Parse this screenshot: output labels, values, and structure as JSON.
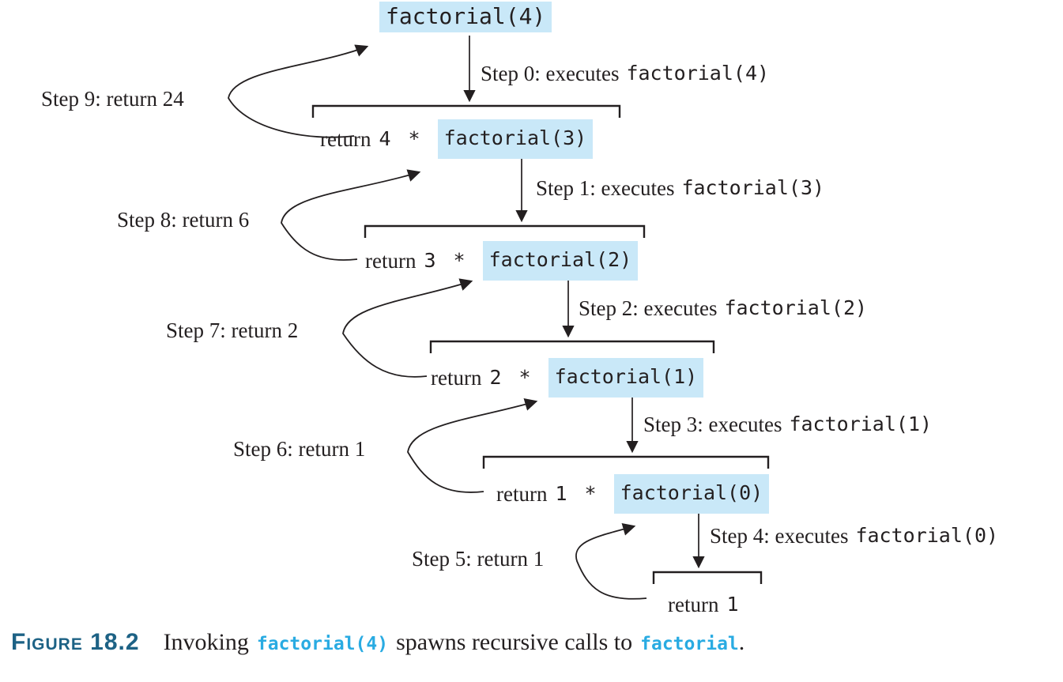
{
  "colors": {
    "ink": "#231f20",
    "call_highlight": "#c9e8f8",
    "caption_label_blue": "#1d6285",
    "caption_code_cyan": "#29abe2"
  },
  "diagram": {
    "top_call": "factorial(4)",
    "levels": [
      {
        "keyword": "return",
        "value": "4",
        "operator": "*",
        "call": "factorial(3)"
      },
      {
        "keyword": "return",
        "value": "3",
        "operator": "*",
        "call": "factorial(2)"
      },
      {
        "keyword": "return",
        "value": "2",
        "operator": "*",
        "call": "factorial(1)"
      },
      {
        "keyword": "return",
        "value": "1",
        "operator": "*",
        "call": "factorial(0)"
      },
      {
        "keyword": "return",
        "value": "1"
      }
    ],
    "exec_steps": [
      {
        "label": "Step 0: executes",
        "code": "factorial(4)"
      },
      {
        "label": "Step 1: executes",
        "code": "factorial(3)"
      },
      {
        "label": "Step 2: executes",
        "code": "factorial(2)"
      },
      {
        "label": "Step 3: executes",
        "code": "factorial(1)"
      },
      {
        "label": "Step 4: executes",
        "code": "factorial(0)"
      }
    ],
    "return_steps": [
      {
        "label": "Step 9: return 24"
      },
      {
        "label": "Step 8: return 6"
      },
      {
        "label": "Step 7: return 2"
      },
      {
        "label": "Step 6: return 1"
      },
      {
        "label": "Step 5: return 1"
      }
    ]
  },
  "caption": {
    "figure_label": "Figure 18.2",
    "text_1": "Invoking",
    "code_1": "factorial(4)",
    "text_2": "spawns recursive calls to",
    "code_2": "factorial",
    "text_3": "."
  }
}
